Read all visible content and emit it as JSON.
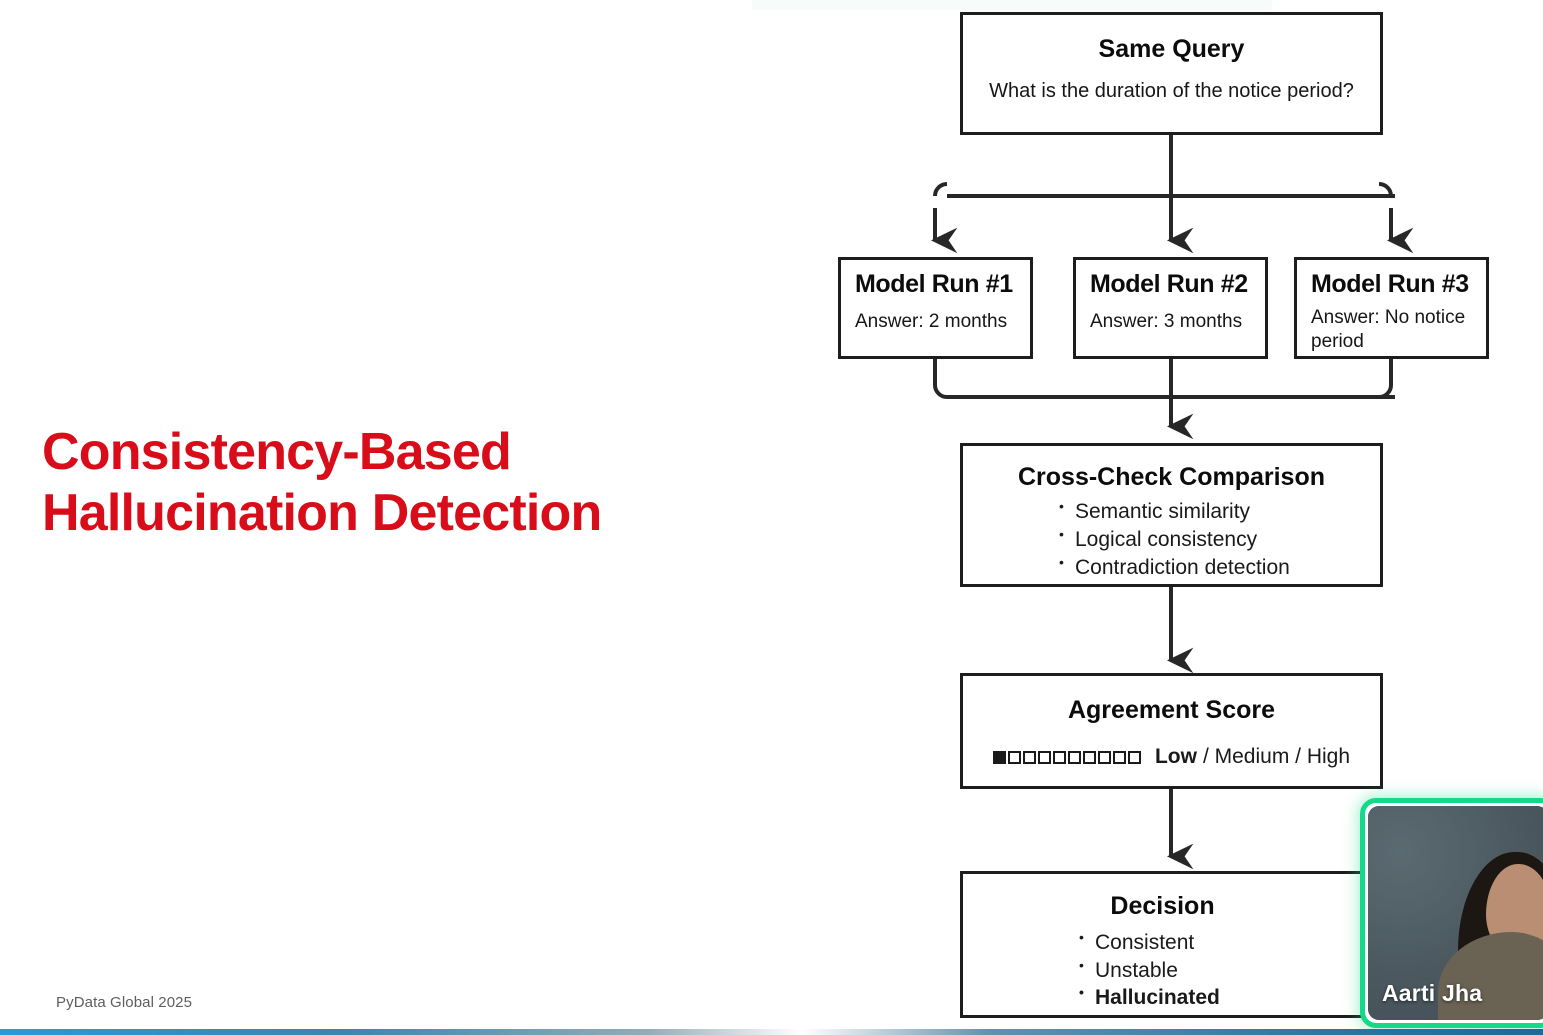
{
  "slide": {
    "title_line1": "Consistency-Based",
    "title_line2": "Hallucination Detection",
    "title_color": "#d80d19",
    "footer": "PyData Global 2025"
  },
  "diagram": {
    "query": {
      "title": "Same Query",
      "subtitle": "What is the duration of the notice period?"
    },
    "runs": [
      {
        "title": "Model Run #1",
        "answer": "Answer: 2 months"
      },
      {
        "title": "Model Run #2",
        "answer": "Answer: 3 months"
      },
      {
        "title": "Model Run #3",
        "answer": "Answer: No notice period"
      }
    ],
    "crosscheck": {
      "title": "Cross-Check Comparison",
      "items": [
        "Semantic similarity",
        "Logical consistency",
        "Contradiction detection"
      ]
    },
    "agreement": {
      "title": "Agreement Score",
      "meter_total": 10,
      "meter_filled": 1,
      "level_selected": "Low",
      "level_rest": "/ Medium / High"
    },
    "decision": {
      "title": "Decision",
      "items": [
        {
          "label": "Consistent",
          "bold": false
        },
        {
          "label": "Unstable",
          "bold": false
        },
        {
          "label": "Hallucinated",
          "bold": true
        }
      ]
    }
  },
  "video": {
    "participant_name": "Aarti Jha",
    "active_border_color": "#14d98a"
  }
}
